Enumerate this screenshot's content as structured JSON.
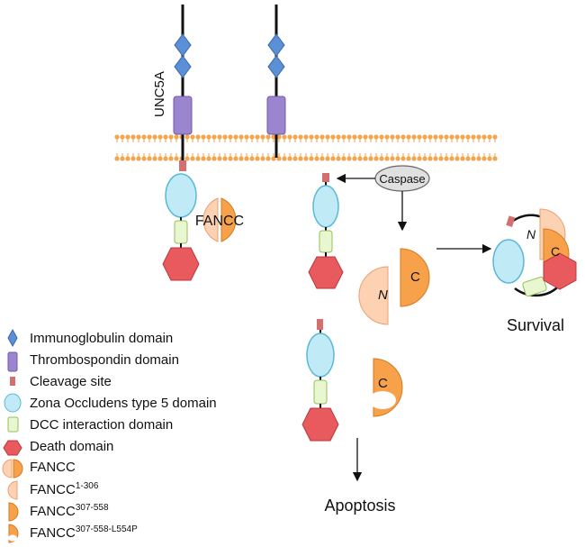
{
  "receptor_label": "UNC5A",
  "caspase_label": "Caspase",
  "fancc_label": "FANCC",
  "n_label": "N",
  "c_label": "C",
  "outcomes": {
    "survival": "Survival",
    "apoptosis": "Apoptosis"
  },
  "legend": [
    {
      "icon": "immunoglobulin-icon",
      "text": "Immunoglobulin domain"
    },
    {
      "icon": "thrombospondin-icon",
      "text": "Thrombospondin domain"
    },
    {
      "icon": "cleavage-site-icon",
      "text": "Cleavage site"
    },
    {
      "icon": "zona-occludens-icon",
      "text": "Zona Occludens type 5 domain"
    },
    {
      "icon": "dcc-interaction-icon",
      "text": "DCC interaction domain"
    },
    {
      "icon": "death-domain-icon",
      "text": "Death domain"
    },
    {
      "icon": "fancc-icon",
      "text": "FANCC",
      "sup": ""
    },
    {
      "icon": "fancc-n-fragment-icon",
      "text": "FANCC",
      "sup": "1-306"
    },
    {
      "icon": "fancc-c-fragment-icon",
      "text": "FANCC",
      "sup": "307-558"
    },
    {
      "icon": "fancc-mutant-icon",
      "text": "FANCC",
      "sup": "307-558-L554P"
    }
  ],
  "colors": {
    "ig": "#5b8fd6",
    "tsp": "#9b85cf",
    "cleavage": "#d46f6f",
    "zo": "#bfeaf6",
    "dcc": "#e8f7cf",
    "death": "#e85a5e",
    "fancc_n": "#fcd2b3",
    "fancc_c": "#f7a24a",
    "membrane": "#f2a64e"
  }
}
